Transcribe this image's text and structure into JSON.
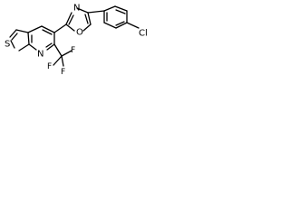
{
  "structure": {
    "atoms": {
      "thiophene_s": "S",
      "pyridine_n": "N",
      "oxazole_n": "N",
      "oxazole_o": "O",
      "chlorine": "Cl",
      "fluorine_1": "F",
      "fluorine_2": "F",
      "fluorine_3": "F"
    }
  }
}
